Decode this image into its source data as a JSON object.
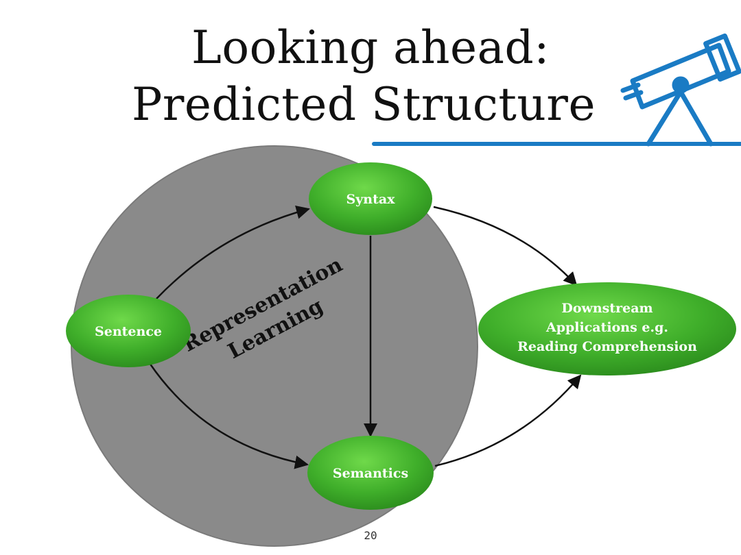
{
  "title": {
    "line1": "Looking ahead:",
    "line2": "Predicted Structure"
  },
  "circle_label": {
    "line1": "Representation",
    "line2": "Learning"
  },
  "nodes": {
    "syntax": "Syntax",
    "sentence": "Sentence",
    "semantics": "Semantics",
    "downstream": {
      "line1": "Downstream",
      "line2": "Applications e.g.",
      "line3": "Reading  Comprehension"
    }
  },
  "page_number": "20",
  "icon": "telescope-icon",
  "colors": {
    "accent_blue": "#1a7bc4",
    "node_green": "#3fae2a",
    "circle_gray": "#8a8a8a"
  }
}
